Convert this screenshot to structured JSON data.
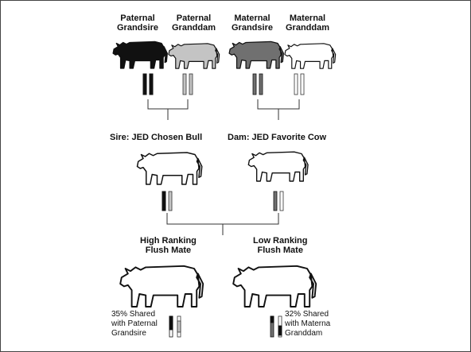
{
  "grandparents": {
    "paternal_grandsire": {
      "line1": "Paternal",
      "line2": "Grandsire"
    },
    "paternal_granddam": {
      "line1": "Paternal",
      "line2": "Granddam"
    },
    "maternal_grandsire": {
      "line1": "Maternal",
      "line2": "Grandsire"
    },
    "maternal_granddam": {
      "line1": "Maternal",
      "line2": "Granddam"
    }
  },
  "parents": {
    "sire": "Sire: JED Chosen Bull",
    "dam": "Dam: JED Favorite Cow"
  },
  "offspring": {
    "high": {
      "line1": "High Ranking",
      "line2": "Flush Mate"
    },
    "low": {
      "line1": "Low Ranking",
      "line2": "Flush Mate"
    }
  },
  "shared": {
    "high": {
      "line1": "35% Shared",
      "line2": "with Paternal",
      "line3": "Grandsire"
    },
    "low": {
      "line1": "32% Shared",
      "line2": "with Materna",
      "line3": "Granddam"
    }
  },
  "colors": {
    "paternal_grandsire": "#111111",
    "paternal_granddam": "#c4c4c4",
    "maternal_grandsire": "#707070",
    "maternal_granddam": "#ffffff"
  }
}
